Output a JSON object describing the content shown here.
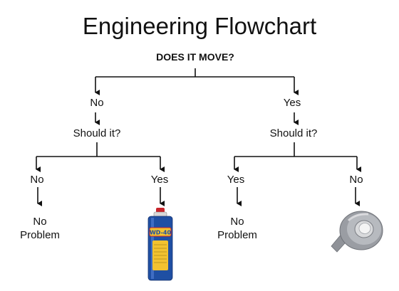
{
  "title": "Engineering Flowchart",
  "root_question": "DOES IT MOVE?",
  "branches": {
    "left": {
      "answer": "No",
      "question": "Should it?",
      "left_answer": "No",
      "left_outcome_line1": "No",
      "left_outcome_line2": "Problem",
      "right_answer": "Yes",
      "right_outcome_item": "WD-40",
      "right_outcome_icon": "wd40-can-icon"
    },
    "right": {
      "answer": "Yes",
      "question": "Should it?",
      "left_answer": "Yes",
      "left_outcome_line1": "No",
      "left_outcome_line2": "Problem",
      "right_answer": "No",
      "right_outcome_icon": "duct-tape-icon"
    }
  },
  "colors": {
    "line": "#111111",
    "wd40_blue": "#1f4fa3",
    "wd40_yellow": "#f2c230",
    "wd40_red": "#c8242b",
    "tape_gray": "#9a9da3"
  }
}
